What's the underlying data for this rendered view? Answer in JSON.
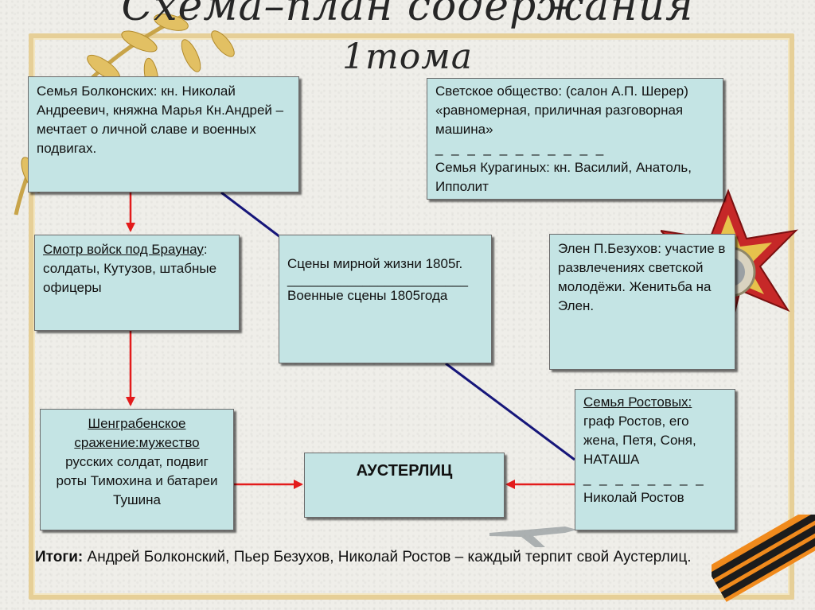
{
  "title": {
    "line1": "Схема–план содержания",
    "line2": "1тома"
  },
  "boxes": {
    "bolkonsky": "Семья Болконских: кн. Николай Андреевич, княжна Марья Кн.Андрей – мечтает о личной славе и военных подвигах.",
    "secular": {
      "line1": "Светское общество: (салон А.П. Шерер) «равномерная, приличная разговорная машина»",
      "divider": "_ _ _ _ _ _ _ _ _ _ _",
      "line2": "Семья Курагиных: кн. Василий, Анатоль, Ипполит"
    },
    "braunau": {
      "underlined": "Смотр войск под Браунау",
      "rest": ": солдаты, Кутузов, штабные офицеры"
    },
    "scenes": {
      "line1": "Сцены мирной жизни 1805г.",
      "divider": "________________________",
      "line2": "Военные сцены 1805года"
    },
    "helen": "Элен П.Безухов: участие в развлечениях светской молодёжи. Женитьба на Элен.",
    "schongrabern": {
      "underlined": "Шенграбенское сражение:мужество",
      "rest": "русских солдат, подвиг роты Тимохина и батареи Тушина"
    },
    "austerlitz": "АУСТЕРЛИЦ",
    "rostov": {
      "underlined": "Семья Ростовых:",
      "rest": "граф Ростов, его жена, Петя, Соня, НАТАША",
      "divider": "_ _ _ _ _ _ _ _",
      "line2": "Николай Ростов"
    }
  },
  "result": {
    "label": "Итоги:",
    "text": " Андрей Болконский, Пьер Безухов, Николай Ростов – каждый терпит свой Аустерлиц."
  },
  "colors": {
    "box_fill": "#c4e4e4",
    "red_arrow": "#e31b1b",
    "blue_line": "#16167a",
    "frame": "#e6cf97"
  }
}
